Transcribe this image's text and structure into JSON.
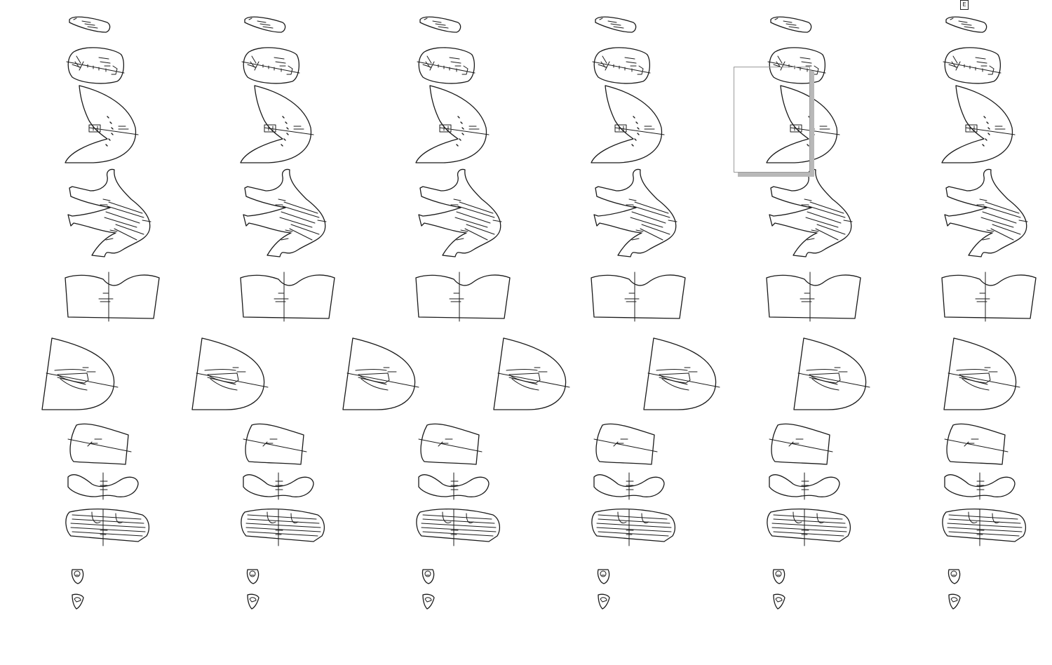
{
  "sheet": {
    "stroke_color": "#1a1a1a",
    "background_color": "#ffffff",
    "selection_color": "#9a9a9a",
    "column_count": 6,
    "selected_column": 5,
    "selected_piece": "panel-d"
  },
  "corner_glyph": {
    "label": "E",
    "icon": "page-marker-icon"
  },
  "pieces": [
    {
      "id": "panel-a",
      "name": "narrow-strap-piece"
    },
    {
      "id": "panel-b",
      "name": "rounded-pocket-piece"
    },
    {
      "id": "panel-d",
      "name": "crescent-panel-piece"
    },
    {
      "id": "panel-e",
      "name": "forked-lining-piece"
    },
    {
      "id": "panel-f",
      "name": "scalloped-yoke-piece"
    },
    {
      "id": "panel-g",
      "name": "dome-panel-piece",
      "columns": 7
    },
    {
      "id": "panel-h",
      "name": "tapered-facing-piece"
    },
    {
      "id": "panel-i",
      "name": "curved-band-piece"
    },
    {
      "id": "panel-j",
      "name": "ribbed-grille-piece"
    },
    {
      "id": "panel-k",
      "name": "round-badge-piece"
    },
    {
      "id": "panel-l",
      "name": "shield-badge-piece"
    }
  ]
}
